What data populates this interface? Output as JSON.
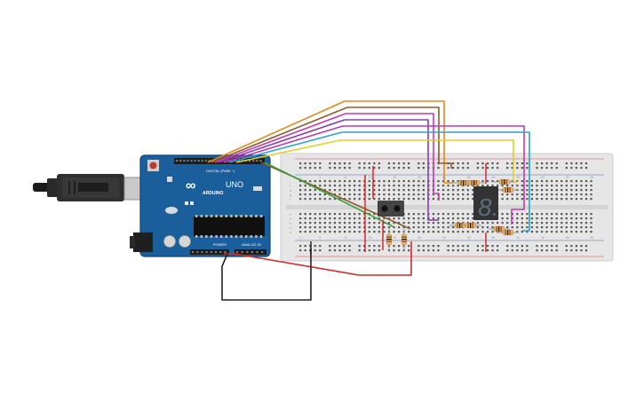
{
  "board": {
    "logo": "∞",
    "name": "ARDUINO",
    "model": "UNO",
    "digital_label": "DIGITAL (PWM ~)",
    "power_label": "POWER",
    "analog_label": "ANALOG IN"
  },
  "display": {
    "digit": "8."
  },
  "breadboard": {
    "column_numbers": [
      "1",
      "5",
      "10",
      "15",
      "20",
      "25",
      "30",
      "35",
      "40",
      "45",
      "50",
      "55",
      "60"
    ],
    "row_letters_top": [
      "j",
      "i",
      "h",
      "g",
      "f"
    ],
    "row_letters_bottom": [
      "e",
      "d",
      "c",
      "b",
      "a"
    ]
  },
  "colors": {
    "board": "#1a5e9c",
    "breadboard": "#e6e6e6",
    "wire_orange": "#e08a1e",
    "wire_purple": "#8a3ea8",
    "wire_magenta": "#c43bb5",
    "wire_cyan": "#2ba3c9",
    "wire_yellow": "#e3cf23",
    "wire_brown": "#8b5a2b",
    "wire_green": "#3c9d3c",
    "wire_red": "#d12b2b",
    "wire_black": "#222222"
  }
}
